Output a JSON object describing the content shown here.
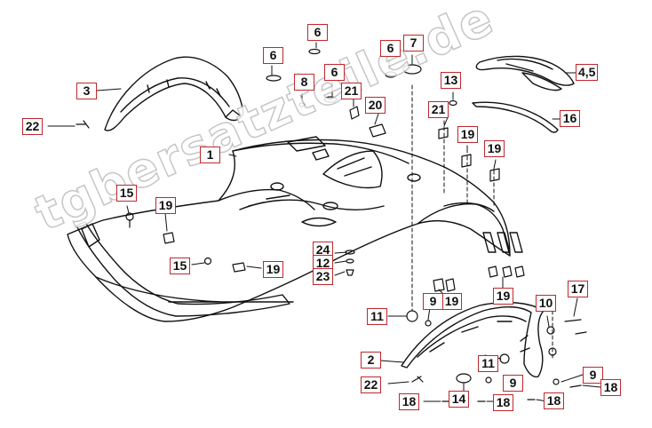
{
  "diagram": {
    "watermark": "tgbersatzteile.de",
    "callouts": {
      "c1": "1",
      "c2": "2",
      "c3": "3",
      "c45": "4,5",
      "c6a": "6",
      "c6b": "6",
      "c6c": "6",
      "c6d": "6",
      "c7": "7",
      "c8": "8",
      "c9a": "9",
      "c9b": "9",
      "c9c": "9",
      "c10": "10",
      "c11a": "11",
      "c11b": "11",
      "c12": "12",
      "c13": "13",
      "c14": "14",
      "c15a": "15",
      "c15b": "15",
      "c16": "16",
      "c17": "17",
      "c18a": "18",
      "c18b": "18",
      "c18c": "18",
      "c18d": "18",
      "c19a": "19",
      "c19b": "19",
      "c19c": "19",
      "c19d": "19",
      "c19e": "19",
      "c19f": "19",
      "c20": "20",
      "c21a": "21",
      "c21b": "21",
      "c22a": "22",
      "c22b": "22",
      "c23": "23",
      "c24": "24"
    },
    "colors": {
      "callout_border": "#c0272d",
      "line_art": "#111111",
      "watermark_outline": "#bdbdbd"
    }
  }
}
